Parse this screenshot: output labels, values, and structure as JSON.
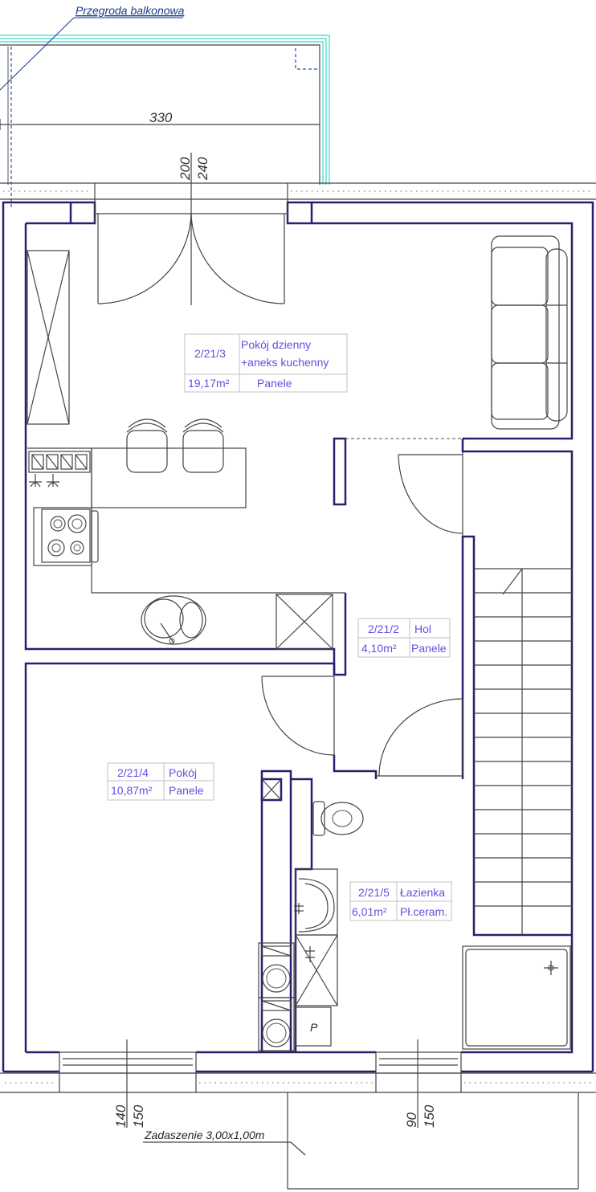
{
  "annotations": {
    "balcony_partition": "Przegroda balkonowa",
    "canopy": "Zadaszenie 3,00x1,00m"
  },
  "dimensions": {
    "balcony_width": "330",
    "top_door_w": "200",
    "top_door_h": "240",
    "bottom_left_w": "140",
    "bottom_left_h": "150",
    "bottom_right_w": "90",
    "bottom_right_h": "150"
  },
  "rooms": {
    "living": {
      "id": "2/21/3",
      "name_line1": "Pokój dzienny",
      "name_line2": "+aneks kuchenny",
      "area": "19,17m²",
      "floor": "Panele"
    },
    "hall": {
      "id": "2/21/2",
      "name": "Hol",
      "area": "4,10m²",
      "floor": "Panele"
    },
    "bedroom": {
      "id": "2/21/4",
      "name": "Pokój",
      "area": "10,87m²",
      "floor": "Panele"
    },
    "bathroom": {
      "id": "2/21/5",
      "name": "Łazienka",
      "area": "6,01m²",
      "floor": "Pł.ceram."
    }
  },
  "fixtures": {
    "washer_label": "P"
  },
  "colors": {
    "walls": "#2a1f6e",
    "room_text": "#6a4ce0",
    "balcony": "#3fd6c8"
  }
}
